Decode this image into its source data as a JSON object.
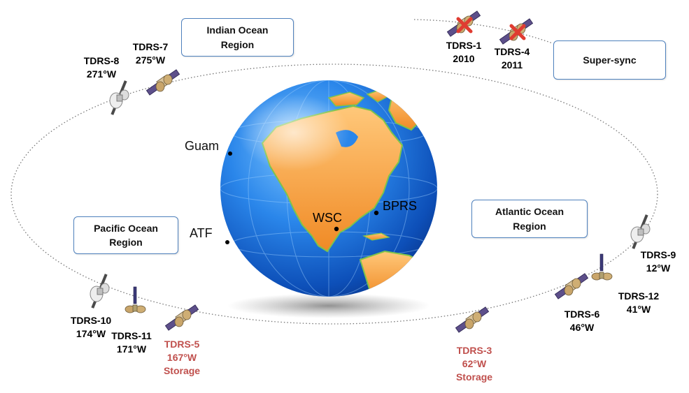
{
  "regions": {
    "indian": "Indian Ocean\nRegion",
    "pacific": "Pacific Ocean\nRegion",
    "atlantic": "Atlantic Ocean\nRegion",
    "supersync": "Super-sync"
  },
  "ground_stations": [
    "Guam",
    "ATF",
    "WSC",
    "BPRS"
  ],
  "satellites": [
    {
      "name": "TDRS-8",
      "detail": "271°W"
    },
    {
      "name": "TDRS-7",
      "detail": "275°W"
    },
    {
      "name": "TDRS-1",
      "detail": "2010"
    },
    {
      "name": "TDRS-4",
      "detail": "2011"
    },
    {
      "name": "TDRS-9",
      "detail": "12°W"
    },
    {
      "name": "TDRS-12",
      "detail": "41°W"
    },
    {
      "name": "TDRS-6",
      "detail": "46°W"
    },
    {
      "name": "TDRS-3",
      "detail": "62°W",
      "status": "Storage"
    },
    {
      "name": "TDRS-10",
      "detail": "174°W"
    },
    {
      "name": "TDRS-11",
      "detail": "171°W"
    },
    {
      "name": "TDRS-5",
      "detail": "167°W",
      "status": "Storage"
    }
  ],
  "colors": {
    "storage": "#c0504d",
    "region_border": "#4f81bd",
    "ocean": "#1a6fd6",
    "land": "#f2a541",
    "decommissioned_mark": "#e03c31"
  },
  "icons": {
    "gen1": "tdrs-gen1-satellite-icon",
    "gen2": "tdrs-gen2-satellite-icon",
    "gen3": "tdrs-gen3-satellite-icon",
    "retired": "decommissioned-x-icon"
  }
}
